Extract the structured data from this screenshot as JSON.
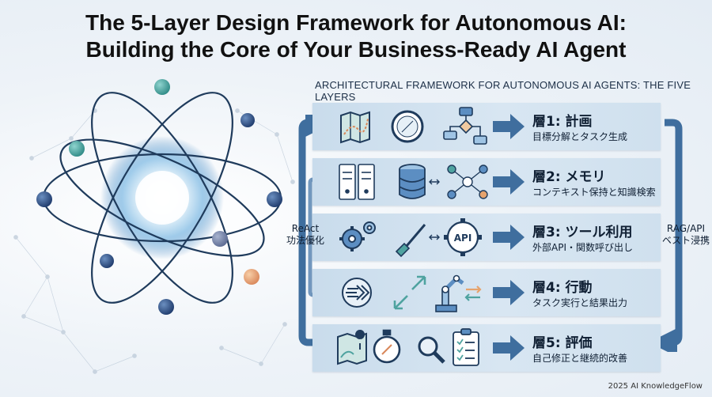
{
  "header": {
    "title_line1": "The 5-Layer Design Framework for Autonomous AI:",
    "title_line2": "Building the Core of Your Business-Ready AI Agent",
    "subtitle": "ARCHITECTURAL FRAMEWORK FOR AUTONOMOUS AI AGENTS: THE FIVE LAYERS"
  },
  "layers": [
    {
      "title": "層1: 計画",
      "desc": "目標分解とタスク生成",
      "icons": [
        "map-icon",
        "compass-icon",
        "flowchart-icon"
      ]
    },
    {
      "title": "層2: メモリ",
      "desc": "コンテキスト保持と知識検索",
      "icons": [
        "server-icon",
        "database-icon",
        "network-icon"
      ]
    },
    {
      "title": "層3: ツール利用",
      "desc": "外部API・関数呼び出し",
      "icons": [
        "gears-icon",
        "screwdriver-icon",
        "api-gear-icon"
      ],
      "api_label": "API"
    },
    {
      "title": "層4: 行動",
      "desc": "タスク実行と結果出力",
      "icons": [
        "fast-forward-icon",
        "expand-arrows-icon",
        "robot-arm-icon"
      ]
    },
    {
      "title": "層5: 評価",
      "desc": "自己修正と継続的改善",
      "icons": [
        "map-pin-icon",
        "stopwatch-icon",
        "magnifier-icon",
        "checklist-icon"
      ]
    }
  ],
  "side_left": {
    "line1": "ReAct",
    "line2": "功法優化"
  },
  "side_right": {
    "line1": "RAG/API",
    "line2": "ベスト浸携"
  },
  "footer": {
    "copyright": "2025 AI KnowledgeFlow"
  },
  "colors": {
    "navy": "#1f3b5c",
    "accent_blue": "#3f74a8",
    "teal": "#4fa3a0",
    "orange": "#e6a36d",
    "layer_bg": "#d4e3f0"
  }
}
